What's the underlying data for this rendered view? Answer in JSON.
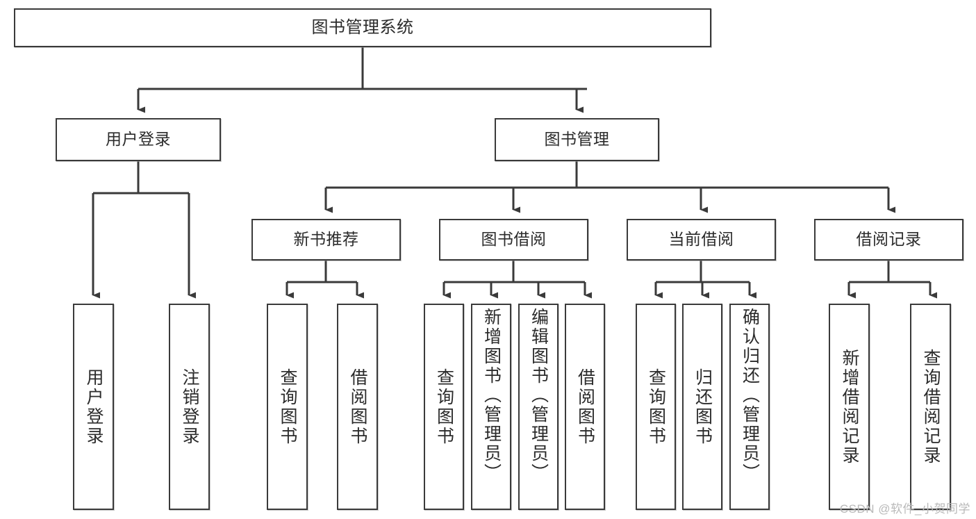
{
  "diagram": {
    "type": "tree-hierarchy",
    "title": "图书管理系统",
    "watermark": "CSDN @软件_小贺同学",
    "colors": {
      "border": "#3a3a3a",
      "background": "#ffffff",
      "text": "#2b2b2b",
      "watermark": "#b9b9b9"
    },
    "root": {
      "label": "图书管理系统"
    },
    "level2": [
      {
        "label": "用户登录"
      },
      {
        "label": "图书管理"
      }
    ],
    "level3": [
      {
        "label": "新书推荐"
      },
      {
        "label": "图书借阅"
      },
      {
        "label": "当前借阅"
      },
      {
        "label": "借阅记录"
      }
    ],
    "leaves": {
      "user_login": [
        {
          "label": "用户登录"
        },
        {
          "label": "注销登录"
        }
      ],
      "new_book_recommend": [
        {
          "label": "查询图书"
        },
        {
          "label": "借阅图书"
        }
      ],
      "book_borrow": [
        {
          "label": "查询图书"
        },
        {
          "label": "新增图书（管理员）"
        },
        {
          "label": "编辑图书（管理员）"
        },
        {
          "label": "借阅图书"
        }
      ],
      "current_borrow": [
        {
          "label": "查询图书"
        },
        {
          "label": "归还图书"
        },
        {
          "label": "确认归还（管理员）"
        }
      ],
      "borrow_record": [
        {
          "label": "新增借阅记录"
        },
        {
          "label": "查询借阅记录"
        }
      ]
    }
  }
}
